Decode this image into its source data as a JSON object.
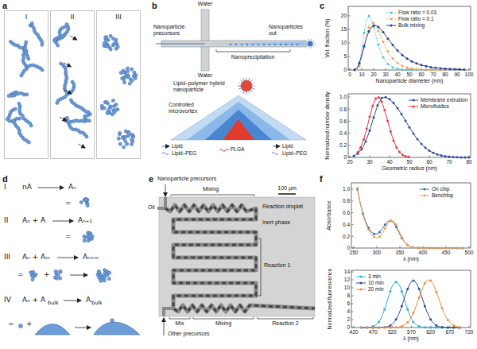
{
  "diagram": {
    "nodes": [
      {
        "text": [
          "I"
        ]
      },
      {
        "text": [
          "II"
        ]
      },
      {
        "text": [
          "III"
        ]
      }
    ],
    "labels": [
      "a",
      "b",
      "c",
      "d",
      "e",
      "f",
      "Water",
      "Water",
      "Nanoparticle precursors",
      "Nanoparticles out",
      "Nanoprecipitation",
      "Lipid–polymer hybrid nanoparticle",
      "Controlled microvortex",
      "Lipid",
      "Lipid–PEG",
      "PLGA",
      "Lipid",
      "Lipid–PEG",
      "Vol. fraction (%)",
      "0",
      "5",
      "10",
      "15",
      "20",
      "0",
      "10",
      "20",
      "30",
      "40",
      "50",
      "60",
      "70",
      "80",
      "90",
      "100",
      "Nanoparticle diameter (nm)",
      "Normalized number density",
      "0",
      "0.2",
      "0.4",
      "0.6",
      "0.8",
      "1.0",
      "20",
      "30",
      "40",
      "50",
      "60",
      "70",
      "80",
      "Geometric radius (nm)",
      "I",
      "nA",
      "Aₙ",
      "=",
      "II",
      "Aₙ + A",
      "Aₙ₊₁",
      "=",
      "III",
      "Aₙ + Aₘ",
      "Aₙ₊ₘ",
      "=",
      "+",
      "IV",
      "Aₙ + A",
      "bulk",
      "A",
      "bulk",
      "=",
      "+",
      "Nanoparticle precursors",
      "Mixing",
      "100 μm",
      "Oil",
      "Reaction droplet",
      "Inert phase",
      "Reaction 1",
      "Other precursors",
      "Mix",
      "Mixing",
      "Reaction 2",
      "Absorbance",
      "0",
      "0.2",
      "0.4",
      "0.6",
      "0.8",
      "1.0",
      "250",
      "300",
      "350",
      "400",
      "450",
      "500",
      "λ (nm)",
      "Normalized fluorescence",
      "0",
      "2",
      "4",
      "6",
      "8",
      "10",
      "12",
      "14",
      "420",
      "470",
      "520",
      "570",
      "620",
      "670",
      "720",
      "λ (nm)"
    ],
    "legend": [
      {
        "text": "Flow ratio = 0.03"
      },
      {
        "text": "Flow ratio = 0.1"
      },
      {
        "text": "Bulk mixing"
      },
      {
        "text": "Membrane extrusion"
      },
      {
        "text": "Microfluidics"
      },
      {
        "text": "On chip"
      },
      {
        "text": "Benchtop"
      },
      {
        "text": "3 min"
      },
      {
        "text": "10 min"
      },
      {
        "text": "20 min"
      }
    ]
  }
}
